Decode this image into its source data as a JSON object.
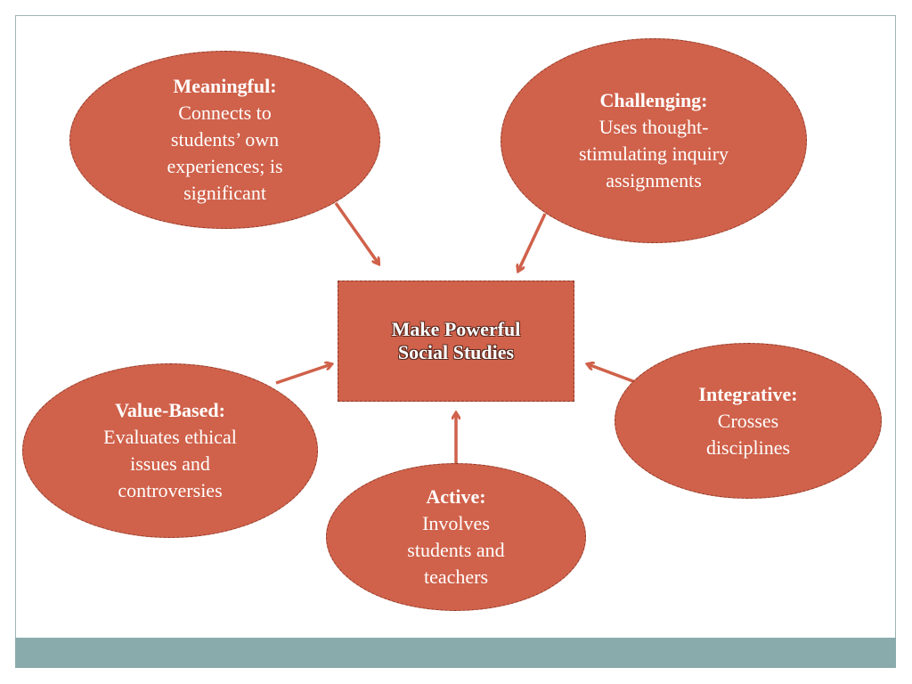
{
  "center": {
    "label": "Make Powerful Social Studies"
  },
  "bubbles": {
    "meaningful": {
      "title": "Meaningful:",
      "lines": [
        "Connects to",
        "students’ own",
        "experiences; is",
        "significant"
      ]
    },
    "challenging": {
      "title": "Challenging:",
      "lines": [
        "Uses thought-",
        "stimulating inquiry",
        "assignments"
      ]
    },
    "value_based": {
      "title": "Value-Based:",
      "lines": [
        "Evaluates ethical",
        "issues and",
        "controversies"
      ]
    },
    "integrative": {
      "title": "Integrative:",
      "lines": [
        "Crosses",
        "disciplines"
      ]
    },
    "active": {
      "title": "Active:",
      "lines": [
        "Involves",
        "students and",
        "teachers"
      ]
    }
  },
  "colors": {
    "bubble_fill": "#d0614a",
    "bubble_border": "#8a3a2a",
    "arrow": "#d0614a",
    "footer_bar": "#8aabab"
  }
}
